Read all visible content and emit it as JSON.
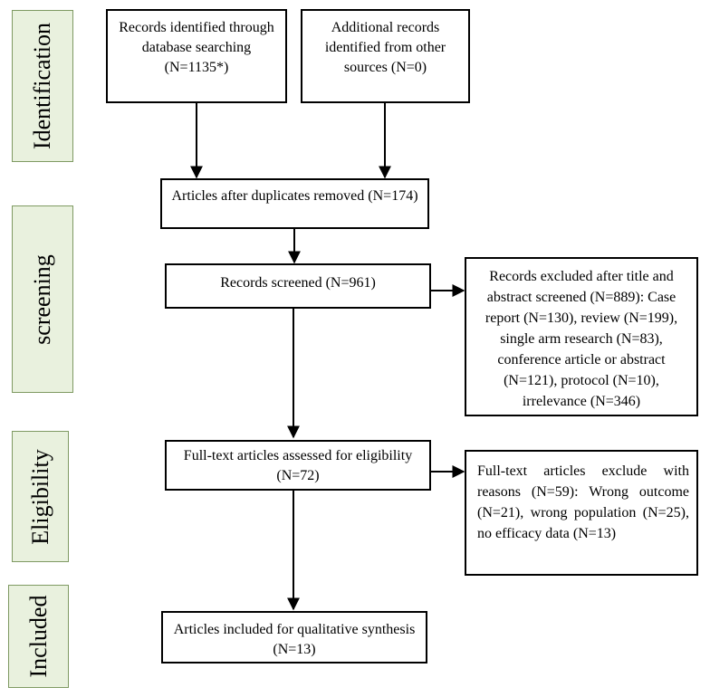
{
  "phases": {
    "identification": "Identification",
    "screening": "screening",
    "eligibility": "Eligibility",
    "included": "Included"
  },
  "boxes": {
    "records_db": "Records identified through database searching (N=1135*)",
    "records_other": "Additional records identified from other sources (N=0)",
    "after_duplicates": "Articles after duplicates removed (N=174)",
    "screened": "Records screened (N=961)",
    "excluded_screening": "Records excluded after title and abstract screened (N=889): Case report (N=130), review (N=199), single arm research (N=83), conference article or abstract (N=121), protocol (N=10), irrelevance (N=346)",
    "fulltext": "Full-text articles assessed for eligibility (N=72)",
    "excluded_fulltext": "Full-text articles exclude with reasons (N=59): Wrong outcome (N=21), wrong population (N=25), no efficacy data (N=13)",
    "included": "Articles included for qualitative synthesis (N=13)"
  }
}
